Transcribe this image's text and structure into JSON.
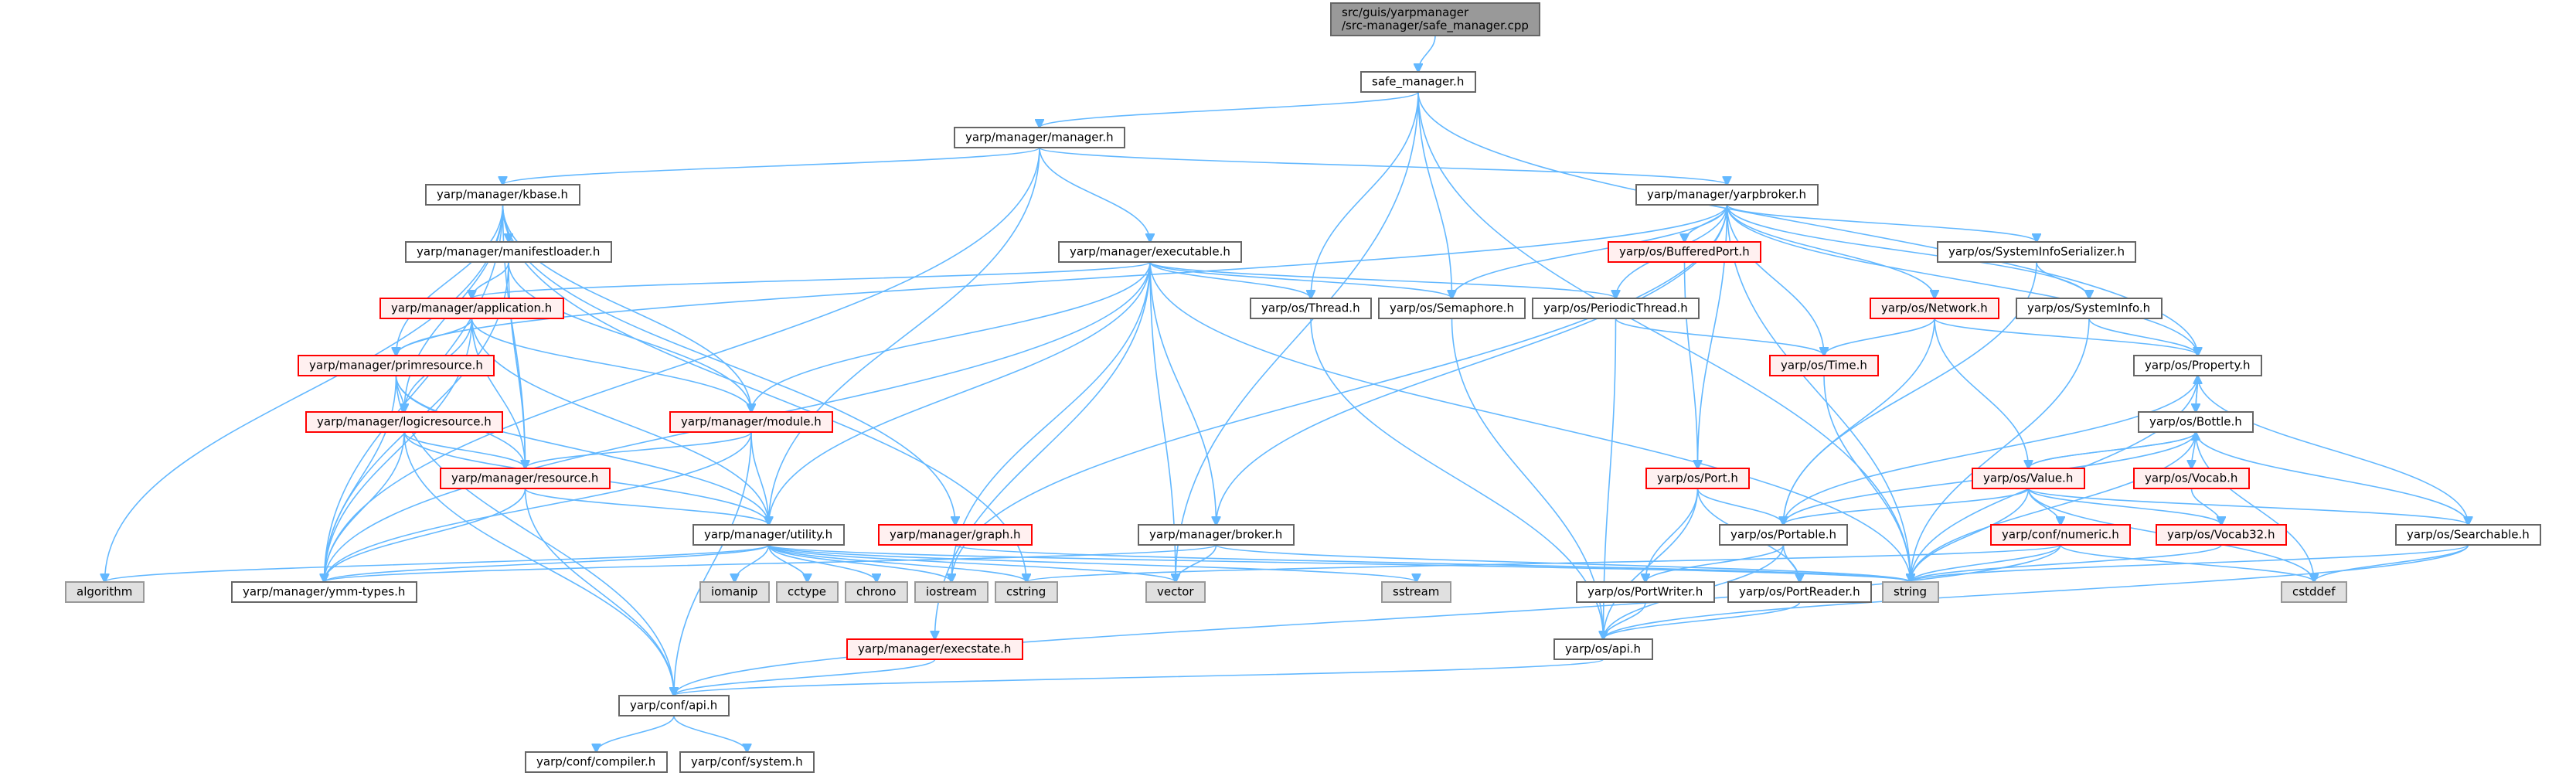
{
  "graph": {
    "title": "Include dependency graph for safe_manager.cpp",
    "colors": {
      "edge": "#63b8ff",
      "root_fill": "#999999",
      "normal_fill": "#ffffff",
      "normal_border": "#666666",
      "incomplete_fill": "#fff0f0",
      "incomplete_border": "#ff0000",
      "system_fill": "#e0e0e0",
      "system_border": "#999999"
    },
    "nodes": [
      {
        "id": "root",
        "label": "src/guis/yarpmanager\n/src-manager/safe_manager.cpp",
        "kind": "root"
      },
      {
        "id": "safe_manager",
        "label": "safe_manager.h",
        "kind": "normal"
      },
      {
        "id": "manager",
        "label": "yarp/manager/manager.h",
        "kind": "normal"
      },
      {
        "id": "kbase",
        "label": "yarp/manager/kbase.h",
        "kind": "normal"
      },
      {
        "id": "yarpbroker",
        "label": "yarp/manager/yarpbroker.h",
        "kind": "normal"
      },
      {
        "id": "manifestloader",
        "label": "yarp/manager/manifestloader.h",
        "kind": "normal"
      },
      {
        "id": "executable",
        "label": "yarp/manager/executable.h",
        "kind": "normal"
      },
      {
        "id": "application",
        "label": "yarp/manager/application.h",
        "kind": "red"
      },
      {
        "id": "primresource",
        "label": "yarp/manager/primresource.h",
        "kind": "red"
      },
      {
        "id": "logicresource",
        "label": "yarp/manager/logicresource.h",
        "kind": "red"
      },
      {
        "id": "module",
        "label": "yarp/manager/module.h",
        "kind": "red"
      },
      {
        "id": "resource",
        "label": "yarp/manager/resource.h",
        "kind": "red"
      },
      {
        "id": "utility",
        "label": "yarp/manager/utility.h",
        "kind": "normal"
      },
      {
        "id": "graph",
        "label": "yarp/manager/graph.h",
        "kind": "red"
      },
      {
        "id": "broker",
        "label": "yarp/manager/broker.h",
        "kind": "normal"
      },
      {
        "id": "ymmtypes",
        "label": "yarp/manager/ymm-types.h",
        "kind": "normal"
      },
      {
        "id": "execstate",
        "label": "yarp/manager/execstate.h",
        "kind": "red"
      },
      {
        "id": "confapi",
        "label": "yarp/conf/api.h",
        "kind": "normal"
      },
      {
        "id": "compiler",
        "label": "yarp/conf/compiler.h",
        "kind": "normal"
      },
      {
        "id": "system",
        "label": "yarp/conf/system.h",
        "kind": "normal"
      },
      {
        "id": "thread",
        "label": "yarp/os/Thread.h",
        "kind": "normal"
      },
      {
        "id": "semaphore",
        "label": "yarp/os/Semaphore.h",
        "kind": "normal"
      },
      {
        "id": "periodicthread",
        "label": "yarp/os/PeriodicThread.h",
        "kind": "normal"
      },
      {
        "id": "bufferedport",
        "label": "yarp/os/BufferedPort.h",
        "kind": "red"
      },
      {
        "id": "sysinfoser",
        "label": "yarp/os/SystemInfoSerializer.h",
        "kind": "normal"
      },
      {
        "id": "sysinfo",
        "label": "yarp/os/SystemInfo.h",
        "kind": "normal"
      },
      {
        "id": "network",
        "label": "yarp/os/Network.h",
        "kind": "red"
      },
      {
        "id": "time",
        "label": "yarp/os/Time.h",
        "kind": "red"
      },
      {
        "id": "property",
        "label": "yarp/os/Property.h",
        "kind": "normal"
      },
      {
        "id": "bottle",
        "label": "yarp/os/Bottle.h",
        "kind": "normal"
      },
      {
        "id": "value",
        "label": "yarp/os/Value.h",
        "kind": "red"
      },
      {
        "id": "vocab",
        "label": "yarp/os/Vocab.h",
        "kind": "red"
      },
      {
        "id": "vocab32",
        "label": "yarp/os/Vocab32.h",
        "kind": "red"
      },
      {
        "id": "numeric",
        "label": "yarp/conf/numeric.h",
        "kind": "red"
      },
      {
        "id": "searchable",
        "label": "yarp/os/Searchable.h",
        "kind": "normal"
      },
      {
        "id": "port",
        "label": "yarp/os/Port.h",
        "kind": "red"
      },
      {
        "id": "portable",
        "label": "yarp/os/Portable.h",
        "kind": "normal"
      },
      {
        "id": "portwriter",
        "label": "yarp/os/PortWriter.h",
        "kind": "normal"
      },
      {
        "id": "portreader",
        "label": "yarp/os/PortReader.h",
        "kind": "normal"
      },
      {
        "id": "osapi",
        "label": "yarp/os/api.h",
        "kind": "normal"
      },
      {
        "id": "algorithm",
        "label": "algorithm",
        "kind": "system"
      },
      {
        "id": "iomanip",
        "label": "iomanip",
        "kind": "system"
      },
      {
        "id": "cctype",
        "label": "cctype",
        "kind": "system"
      },
      {
        "id": "chrono",
        "label": "chrono",
        "kind": "system"
      },
      {
        "id": "iostream",
        "label": "iostream",
        "kind": "system"
      },
      {
        "id": "cstring",
        "label": "cstring",
        "kind": "system"
      },
      {
        "id": "vector",
        "label": "vector",
        "kind": "system"
      },
      {
        "id": "sstream",
        "label": "sstream",
        "kind": "system"
      },
      {
        "id": "string",
        "label": "string",
        "kind": "system"
      },
      {
        "id": "cstddef",
        "label": "cstddef",
        "kind": "system"
      }
    ],
    "edges": [
      [
        "root",
        "safe_manager"
      ],
      [
        "safe_manager",
        "manager"
      ],
      [
        "safe_manager",
        "thread"
      ],
      [
        "safe_manager",
        "semaphore"
      ],
      [
        "safe_manager",
        "vector"
      ],
      [
        "safe_manager",
        "property"
      ],
      [
        "safe_manager",
        "string"
      ],
      [
        "manager",
        "kbase"
      ],
      [
        "manager",
        "yarpbroker"
      ],
      [
        "manager",
        "executable"
      ],
      [
        "manager",
        "utility"
      ],
      [
        "manager",
        "ymmtypes"
      ],
      [
        "kbase",
        "manifestloader"
      ],
      [
        "kbase",
        "primresource"
      ],
      [
        "kbase",
        "logicresource"
      ],
      [
        "kbase",
        "resource"
      ],
      [
        "kbase",
        "graph"
      ],
      [
        "kbase",
        "ymmtypes"
      ],
      [
        "kbase",
        "algorithm"
      ],
      [
        "kbase",
        "cstring"
      ],
      [
        "kbase",
        "module"
      ],
      [
        "manifestloader",
        "application"
      ],
      [
        "manifestloader",
        "module"
      ],
      [
        "manifestloader",
        "resource"
      ],
      [
        "manifestloader",
        "ymmtypes"
      ],
      [
        "application",
        "primresource"
      ],
      [
        "application",
        "logicresource"
      ],
      [
        "application",
        "module"
      ],
      [
        "application",
        "resource"
      ],
      [
        "application",
        "utility"
      ],
      [
        "application",
        "ymmtypes"
      ],
      [
        "primresource",
        "logicresource"
      ],
      [
        "primresource",
        "resource"
      ],
      [
        "primresource",
        "utility"
      ],
      [
        "primresource",
        "ymmtypes"
      ],
      [
        "primresource",
        "confapi"
      ],
      [
        "logicresource",
        "resource"
      ],
      [
        "logicresource",
        "utility"
      ],
      [
        "logicresource",
        "ymmtypes"
      ],
      [
        "logicresource",
        "confapi"
      ],
      [
        "module",
        "resource"
      ],
      [
        "module",
        "utility"
      ],
      [
        "module",
        "ymmtypes"
      ],
      [
        "module",
        "confapi"
      ],
      [
        "resource",
        "utility"
      ],
      [
        "resource",
        "ymmtypes"
      ],
      [
        "resource",
        "confapi"
      ],
      [
        "utility",
        "ymmtypes"
      ],
      [
        "utility",
        "iomanip"
      ],
      [
        "utility",
        "cctype"
      ],
      [
        "utility",
        "chrono"
      ],
      [
        "utility",
        "iostream"
      ],
      [
        "utility",
        "cstring"
      ],
      [
        "utility",
        "vector"
      ],
      [
        "utility",
        "string"
      ],
      [
        "utility",
        "sstream"
      ],
      [
        "utility",
        "algorithm"
      ],
      [
        "executable",
        "application"
      ],
      [
        "executable",
        "module"
      ],
      [
        "executable",
        "utility"
      ],
      [
        "executable",
        "broker"
      ],
      [
        "executable",
        "thread"
      ],
      [
        "executable",
        "semaphore"
      ],
      [
        "executable",
        "periodicthread"
      ],
      [
        "executable",
        "execstate"
      ],
      [
        "executable",
        "vector"
      ],
      [
        "executable",
        "iostream"
      ],
      [
        "executable",
        "ymmtypes"
      ],
      [
        "executable",
        "string"
      ],
      [
        "yarpbroker",
        "broker"
      ],
      [
        "yarpbroker",
        "bufferedport"
      ],
      [
        "yarpbroker",
        "periodicthread"
      ],
      [
        "yarpbroker",
        "sysinfoser"
      ],
      [
        "yarpbroker",
        "sysinfo"
      ],
      [
        "yarpbroker",
        "network"
      ],
      [
        "yarpbroker",
        "time"
      ],
      [
        "yarpbroker",
        "port"
      ],
      [
        "yarpbroker",
        "property"
      ],
      [
        "yarpbroker",
        "semaphore"
      ],
      [
        "yarpbroker",
        "string"
      ],
      [
        "yarpbroker",
        "iostream"
      ],
      [
        "yarpbroker",
        "primresource"
      ],
      [
        "broker",
        "vector"
      ],
      [
        "broker",
        "string"
      ],
      [
        "broker",
        "ymmtypes"
      ],
      [
        "execstate",
        "confapi"
      ],
      [
        "graph",
        "string"
      ],
      [
        "confapi",
        "compiler"
      ],
      [
        "confapi",
        "system"
      ],
      [
        "thread",
        "osapi"
      ],
      [
        "semaphore",
        "osapi"
      ],
      [
        "periodicthread",
        "osapi"
      ],
      [
        "periodicthread",
        "time"
      ],
      [
        "bufferedport",
        "port"
      ],
      [
        "sysinfoser",
        "sysinfo"
      ],
      [
        "sysinfoser",
        "portable"
      ],
      [
        "sysinfo",
        "property"
      ],
      [
        "sysinfo",
        "string"
      ],
      [
        "network",
        "time"
      ],
      [
        "network",
        "portable"
      ],
      [
        "network",
        "property"
      ],
      [
        "network",
        "value"
      ],
      [
        "time",
        "string"
      ],
      [
        "property",
        "bottle"
      ],
      [
        "property",
        "searchable"
      ],
      [
        "property",
        "portable"
      ],
      [
        "property",
        "string"
      ],
      [
        "bottle",
        "property"
      ],
      [
        "bottle",
        "value"
      ],
      [
        "bottle",
        "vocab"
      ],
      [
        "bottle",
        "searchable"
      ],
      [
        "bottle",
        "portable"
      ],
      [
        "bottle",
        "string"
      ],
      [
        "bottle",
        "cstddef"
      ],
      [
        "value",
        "bottle"
      ],
      [
        "value",
        "numeric"
      ],
      [
        "value",
        "vocab32"
      ],
      [
        "value",
        "searchable"
      ],
      [
        "value",
        "portable"
      ],
      [
        "value",
        "string"
      ],
      [
        "value",
        "cstddef"
      ],
      [
        "vocab",
        "vocab32"
      ],
      [
        "vocab32",
        "string"
      ],
      [
        "numeric",
        "string"
      ],
      [
        "numeric",
        "cstddef"
      ],
      [
        "numeric",
        "confapi"
      ],
      [
        "numeric",
        "cstring"
      ],
      [
        "searchable",
        "string"
      ],
      [
        "searchable",
        "cstddef"
      ],
      [
        "searchable",
        "osapi"
      ],
      [
        "port",
        "portable"
      ],
      [
        "port",
        "portwriter"
      ],
      [
        "port",
        "portreader"
      ],
      [
        "port",
        "osapi"
      ],
      [
        "portable",
        "portwriter"
      ],
      [
        "portable",
        "portreader"
      ],
      [
        "portable",
        "osapi"
      ],
      [
        "portwriter",
        "osapi"
      ],
      [
        "portreader",
        "osapi"
      ],
      [
        "osapi",
        "confapi"
      ]
    ]
  }
}
